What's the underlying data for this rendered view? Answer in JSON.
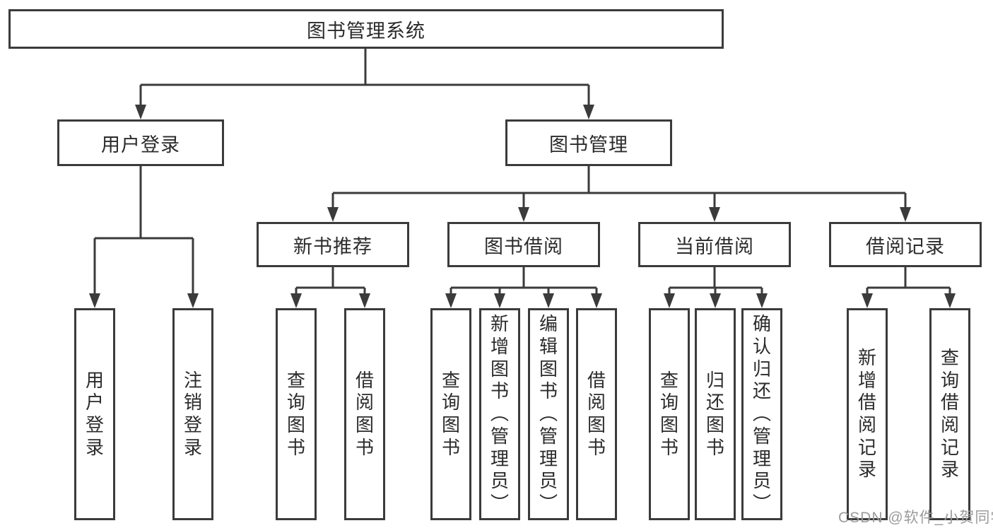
{
  "diagram": {
    "type": "tree",
    "root": {
      "label": "图书管理系统"
    },
    "children": [
      {
        "label": "用户登录",
        "children": [
          {
            "label": "用户登录"
          },
          {
            "label": "注销登录"
          }
        ]
      },
      {
        "label": "图书管理",
        "children": [
          {
            "label": "新书推荐",
            "children": [
              {
                "label": "查询图书"
              },
              {
                "label": "借阅图书"
              }
            ]
          },
          {
            "label": "图书借阅",
            "children": [
              {
                "label": "查询图书"
              },
              {
                "label": "新增图书（管理员）"
              },
              {
                "label": "编辑图书（管理员）"
              },
              {
                "label": "借阅图书"
              }
            ]
          },
          {
            "label": "当前借阅",
            "children": [
              {
                "label": "查询图书"
              },
              {
                "label": "归还图书"
              },
              {
                "label": "确认归还（管理员）"
              }
            ]
          },
          {
            "label": "借阅记录",
            "children": [
              {
                "label": "新增借阅记录"
              },
              {
                "label": "查询借阅记录"
              }
            ]
          }
        ]
      }
    ]
  },
  "watermark": {
    "text": "CSDN @软件_小贺同学"
  },
  "colors": {
    "line": "#3b3b3b",
    "text": "#2b2b2b",
    "watermark": "#9b9b9b",
    "background": "#ffffff"
  }
}
